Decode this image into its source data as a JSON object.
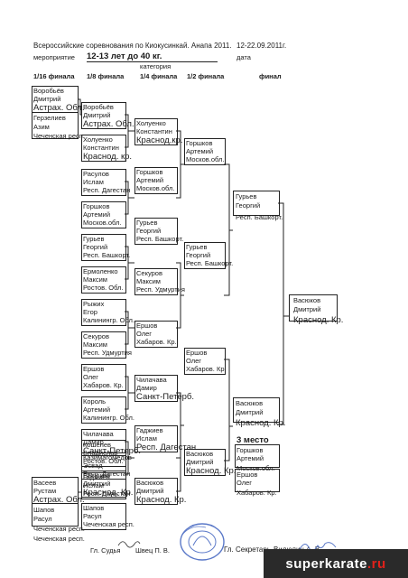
{
  "header": {
    "title": "Всероссийские соревнования по Киокусинкай. Анапа 2011.",
    "dates": "12-22.09.2011г.",
    "event_label": "мероприятие",
    "category": "12-13 лет до 40 кг.",
    "category_label": "категория",
    "date_label": "дата"
  },
  "rounds": [
    "1/16 финала",
    "1/8 финала",
    "1/4 финала",
    "1/2 финала",
    "финал"
  ],
  "r16": [
    {
      "name1": "Воробьёв",
      "name2": "Дмитрий",
      "region": "Астрах. Обл."
    },
    {
      "name1": "Герзелиев",
      "name2": "Азим",
      "region": "Чеченская респ."
    },
    {
      "name1": "Васеев",
      "name2": "Рустам",
      "region": "Астрах. Обл."
    },
    {
      "name1": "Шапов",
      "name2": "Расул",
      "region": "Чеченская респ."
    }
  ],
  "r8": [
    {
      "name1": "Воробьёв",
      "name2": "Дмитрий",
      "region": "Астрах. Обл."
    },
    {
      "name1": "Холуенко",
      "name2": "Константин",
      "region": "Краснод. кр."
    },
    {
      "name1": "Расулов",
      "name2": "Ислам",
      "region": "Респ. Дагестан"
    },
    {
      "name1": "Горшков",
      "name2": "Артемий",
      "region": "Москов.обл."
    },
    {
      "name1": "Гурьев",
      "name2": "Георгий",
      "region": "Респ. Башкорт."
    },
    {
      "name1": "Ермоленко",
      "name2": "Максим",
      "region": "Ростов. Обл."
    },
    {
      "name1": "Рыжих",
      "name2": "Егор",
      "region": "Калинингр. Обл."
    },
    {
      "name1": "Секуров",
      "name2": "Максим",
      "region": "Респ. Удмуртия"
    },
    {
      "name1": "Ершов",
      "name2": "Олег",
      "region": "Хабаров. Кр."
    },
    {
      "name1": "Король",
      "name2": "Артемий",
      "region": "Калинингр. Обл."
    },
    {
      "name1": "Чилачава",
      "name2": "Дамир",
      "region": "Санкт-Петерб."
    },
    {
      "name1": "Казимагомедов",
      "name2": "Эсвад",
      "region": "Респ. Дагестан"
    },
    {
      "name1": "Кошелев",
      "name2": "Владислав",
      "region": "Ростов. Обл."
    },
    {
      "name1": "Гаджиев",
      "name2": "Ислам",
      "region": "Респ. Дагестан"
    },
    {
      "name1": "Васюков",
      "name2": "Дмитрий",
      "region": "Краснод. Кр."
    },
    {
      "name1": "Шапов",
      "name2": "Расул",
      "region": "Чеченская респ."
    }
  ],
  "qf": [
    {
      "name1": "Холуенко",
      "name2": "Константин",
      "region": "Краснод.кр."
    },
    {
      "name1": "Горшков",
      "name2": "Артемий",
      "region": "Москов.обл."
    },
    {
      "name1": "Гурьев",
      "name2": "Георгий",
      "region": "Респ. Башкорт."
    },
    {
      "name1": "Секуров",
      "name2": "Максим",
      "region": "Респ. Удмуртия"
    },
    {
      "name1": "Ершов",
      "name2": "Олег",
      "region": "Хабаров. Кр."
    },
    {
      "name1": "Чилачава",
      "name2": "Дамир",
      "region": "Санкт-Петерб."
    },
    {
      "name1": "Гаджиев",
      "name2": "Ислам",
      "region": "Респ. Дагестан"
    },
    {
      "name1": "Васюков",
      "name2": "Дмитрий",
      "region": "Краснод. Кр."
    }
  ],
  "sf": [
    {
      "name1": "Горшков",
      "name2": "Артемий",
      "region": "Москов.обл."
    },
    {
      "name1": "Гурьев",
      "name2": "Георгий",
      "region": "Респ. Башкорт."
    },
    {
      "name1": "Ершов",
      "name2": "Олег",
      "region": "Хабаров. Кр."
    },
    {
      "name1": "Васюков",
      "name2": "Дмитрий",
      "region": "Краснод. Кр."
    }
  ],
  "final": [
    {
      "name1": "Гурьев",
      "name2": "Георгий",
      "region": "Респ. Башкорт."
    },
    {
      "name1": "Васюков",
      "name2": "Дмитрий",
      "region": "Краснод. Кр."
    }
  ],
  "winner": {
    "name1": "Васюков",
    "name2": "Дмитрий",
    "region": "Краснод. Кр."
  },
  "third_place": {
    "label": "3 место",
    "entries": [
      {
        "name1": "Горшков",
        "name2": "Артемий",
        "region": "Москов.обл."
      },
      {
        "name1": "Ершов",
        "name2": "Олег",
        "region": "Хабаров. Кр."
      }
    ]
  },
  "footer": {
    "judge_label": "Гл. Судья",
    "judge_name": "Швец П. В.",
    "secretary_label": "Гл. Секретарь",
    "secretary_name": "Видюлин А. В."
  },
  "watermark": {
    "text_main": "superkarate",
    "text_accent": ".ru"
  }
}
